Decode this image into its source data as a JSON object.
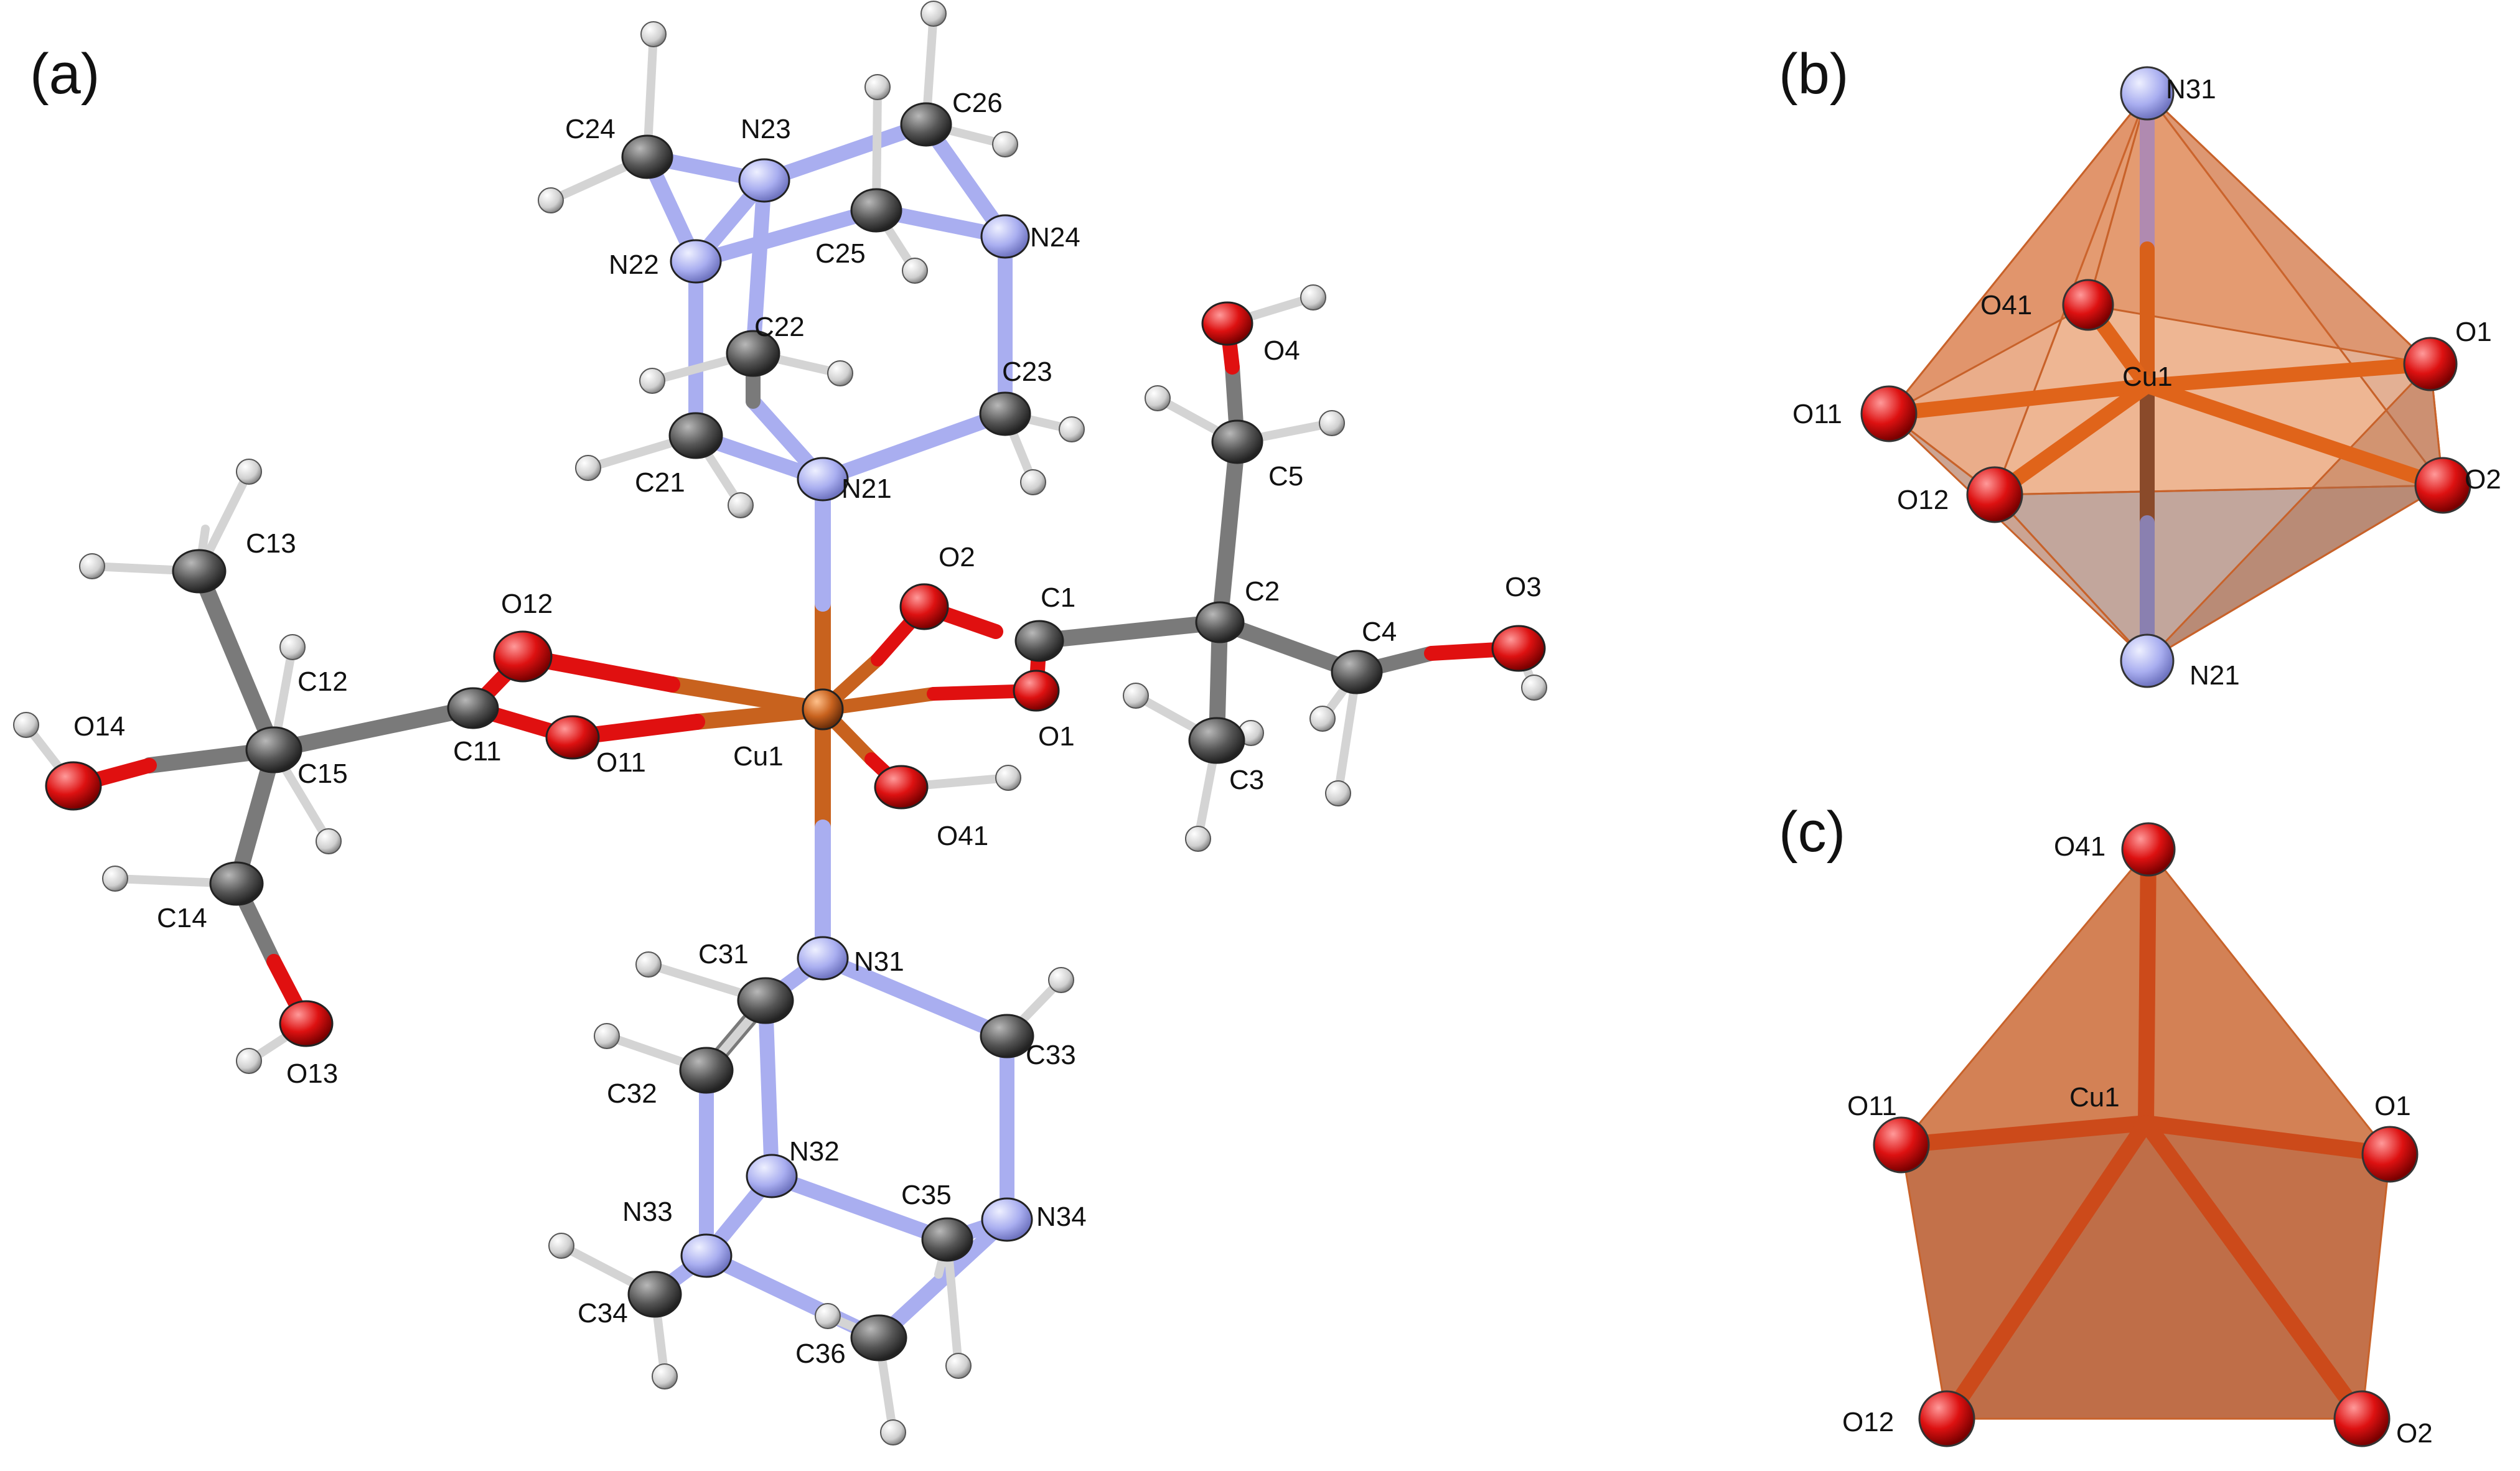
{
  "panels": {
    "a": {
      "label": "(a)"
    },
    "b": {
      "label": "(b)"
    },
    "c": {
      "label": "(c)"
    }
  },
  "colors": {
    "carbon": "#6e6e6e",
    "nitrogen": "#a9aef0",
    "oxygen": "#e01010",
    "copper": "#c8621e",
    "hydrogen": "#d4d4d4",
    "polyhedron": "#c8622a"
  },
  "atom_labels": {
    "C24": "C24",
    "N23": "N23",
    "C26": "C26",
    "N22": "N22",
    "C25": "C25",
    "N24": "N24",
    "C22": "C22",
    "C23": "C23",
    "C21": "C21",
    "N21": "N21",
    "O4": "O4",
    "C5": "C5",
    "C13": "C13",
    "O12": "O12",
    "O2": "O2",
    "C1": "C1",
    "C2": "C2",
    "O3": "O3",
    "C12": "C12",
    "C4": "C4",
    "O14": "O14",
    "C15": "C15",
    "C11": "C11",
    "O11": "O11",
    "Cu1": "Cu1",
    "O1": "O1",
    "O41": "O41",
    "C3": "C3",
    "C14": "C14",
    "C31": "C31",
    "N31": "N31",
    "O13": "O13",
    "C33": "C33",
    "C32": "C32",
    "N32": "N32",
    "C35": "C35",
    "N33": "N33",
    "N34": "N34",
    "C34": "C34",
    "C36": "C36"
  },
  "panel_b_labels": {
    "N31": "N31",
    "O41": "O41",
    "O1": "O1",
    "O11": "O11",
    "Cu1": "Cu1",
    "O2": "O2",
    "O12": "O12",
    "N21": "N21"
  },
  "panel_c_labels": {
    "O41": "O41",
    "O11": "O11",
    "Cu1": "Cu1",
    "O1": "O1",
    "O12": "O12",
    "O2": "O2"
  }
}
